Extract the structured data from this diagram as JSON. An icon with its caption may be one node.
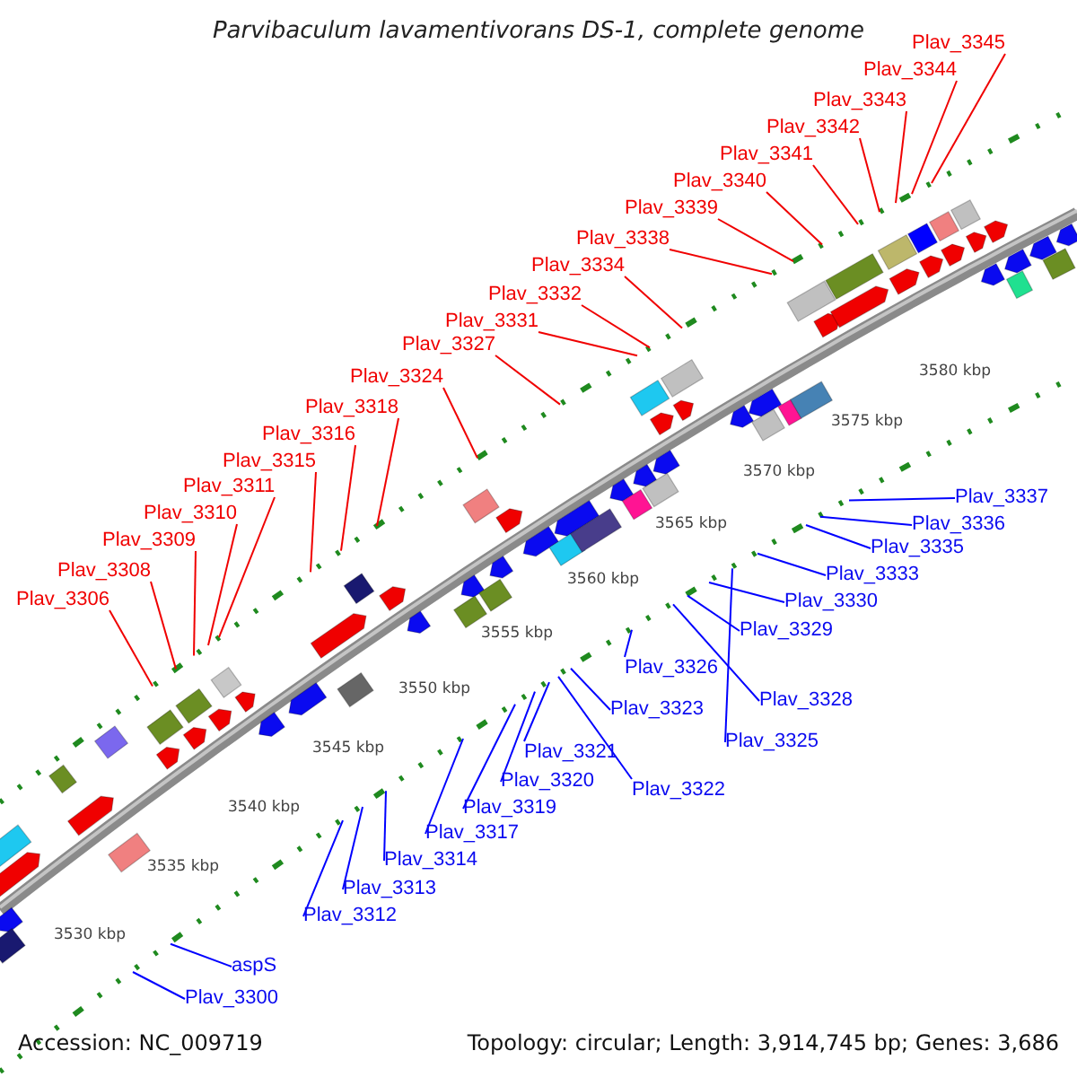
{
  "diagram": {
    "title": "Parvibaculum lavamentivorans DS-1, complete genome",
    "nodes": [
      {
        "text": [
          "Plav_3345"
        ]
      },
      {
        "text": [
          "Plav_3344"
        ]
      },
      {
        "text": [
          "Plav_3343"
        ]
      },
      {
        "text": [
          "Plav_3342"
        ]
      },
      {
        "text": [
          "Plav_3341"
        ]
      },
      {
        "text": [
          "Plav_3340"
        ]
      },
      {
        "text": [
          "Plav_3339"
        ]
      },
      {
        "text": [
          "Plav_3338"
        ]
      },
      {
        "text": [
          "Plav_3334"
        ]
      },
      {
        "text": [
          "Plav_3332"
        ]
      },
      {
        "text": [
          "Plav_3331"
        ]
      },
      {
        "text": [
          "Plav_3327"
        ]
      },
      {
        "text": [
          "Plav_3324"
        ]
      },
      {
        "text": [
          "Plav_3318"
        ]
      },
      {
        "text": [
          "Plav_3316"
        ]
      },
      {
        "text": [
          "Plav_3315"
        ]
      },
      {
        "text": [
          "Plav_3311"
        ]
      },
      {
        "text": [
          "Plav_3310"
        ]
      },
      {
        "text": [
          "Plav_3309"
        ]
      },
      {
        "text": [
          "Plav_3308"
        ]
      },
      {
        "text": [
          "Plav_3306"
        ]
      },
      {
        "text": [
          "Plav_3337"
        ]
      },
      {
        "text": [
          "Plav_3336"
        ]
      },
      {
        "text": [
          "Plav_3335"
        ]
      },
      {
        "text": [
          "Plav_3333"
        ]
      },
      {
        "text": [
          "Plav_3330"
        ]
      },
      {
        "text": [
          "Plav_3329"
        ]
      },
      {
        "text": [
          "Plav_3326"
        ]
      },
      {
        "text": [
          "Plav_3328"
        ]
      },
      {
        "text": [
          "Plav_3323"
        ]
      },
      {
        "text": [
          "Plav_3325"
        ]
      },
      {
        "text": [
          "Plav_3321"
        ]
      },
      {
        "text": [
          "Plav_3320"
        ]
      },
      {
        "text": [
          "Plav_3322"
        ]
      },
      {
        "text": [
          "Plav_3319"
        ]
      },
      {
        "text": [
          "Plav_3317"
        ]
      },
      {
        "text": [
          "Plav_3314"
        ]
      },
      {
        "text": [
          "Plav_3313"
        ]
      },
      {
        "text": [
          "Plav_3312"
        ]
      },
      {
        "text": [
          "aspS"
        ]
      },
      {
        "text": [
          "Plav_3300"
        ]
      }
    ],
    "edges": [
      {
        "from": 0,
        "to": null,
        "arrow": "none"
      },
      {
        "from": 1,
        "to": null,
        "arrow": "none"
      },
      {
        "from": 2,
        "to": null,
        "arrow": "none"
      },
      {
        "from": 3,
        "to": null,
        "arrow": "none"
      },
      {
        "from": 4,
        "to": null,
        "arrow": "none"
      },
      {
        "from": 5,
        "to": null,
        "arrow": "none"
      },
      {
        "from": 6,
        "to": null,
        "arrow": "none"
      },
      {
        "from": 7,
        "to": null,
        "arrow": "none"
      },
      {
        "from": 8,
        "to": null,
        "arrow": "none"
      },
      {
        "from": 9,
        "to": null,
        "arrow": "none"
      },
      {
        "from": 10,
        "to": null,
        "arrow": "none"
      },
      {
        "from": 11,
        "to": null,
        "arrow": "none"
      },
      {
        "from": 12,
        "to": null,
        "arrow": "none"
      },
      {
        "from": 13,
        "to": null,
        "arrow": "none"
      },
      {
        "from": 14,
        "to": null,
        "arrow": "none"
      },
      {
        "from": 15,
        "to": null,
        "arrow": "none"
      },
      {
        "from": 16,
        "to": null,
        "arrow": "none"
      },
      {
        "from": 17,
        "to": null,
        "arrow": "none"
      },
      {
        "from": 18,
        "to": null,
        "arrow": "none"
      },
      {
        "from": 19,
        "to": null,
        "arrow": "none"
      },
      {
        "from": 20,
        "to": null,
        "arrow": "none"
      },
      {
        "from": 21,
        "to": null,
        "arrow": "none",
        "color": "#0000ff"
      },
      {
        "from": 22,
        "to": null,
        "arrow": "none",
        "color": "#0000ff"
      },
      {
        "from": 23,
        "to": null,
        "arrow": "none",
        "color": "#0000ff"
      },
      {
        "from": 24,
        "to": null,
        "arrow": "none",
        "color": "#0000ff"
      },
      {
        "from": 25,
        "to": null,
        "arrow": "none",
        "color": "#0000ff"
      },
      {
        "from": 26,
        "to": null,
        "arrow": "none",
        "color": "#0000ff"
      },
      {
        "from": 27,
        "to": null,
        "arrow": "none",
        "color": "#0000ff"
      },
      {
        "from": 28,
        "to": null,
        "arrow": "none",
        "color": "#0000ff"
      },
      {
        "from": 29,
        "to": null,
        "arrow": "none",
        "color": "#0000ff"
      },
      {
        "from": 30,
        "to": null,
        "arrow": "none",
        "color": "#0000ff"
      },
      {
        "from": 31,
        "to": null,
        "arrow": "none",
        "color": "#0000ff"
      },
      {
        "from": 32,
        "to": null,
        "arrow": "none",
        "color": "#0000ff"
      },
      {
        "from": 33,
        "to": null,
        "arrow": "none",
        "color": "#0000ff"
      },
      {
        "from": 34,
        "to": null,
        "arrow": "none",
        "color": "#0000ff"
      },
      {
        "from": 35,
        "to": null,
        "arrow": "none",
        "color": "#0000ff"
      },
      {
        "from": 36,
        "to": null,
        "arrow": "none",
        "color": "#0000ff"
      },
      {
        "from": 37,
        "to": null,
        "arrow": "none",
        "color": "#0000ff"
      },
      {
        "from": 38,
        "to": null,
        "arrow": "none",
        "color": "#0000ff"
      },
      {
        "from": 39,
        "to": null,
        "arrow": "none",
        "color": "#0000ff"
      },
      {
        "from": 40,
        "to": null,
        "arrow": "none",
        "color": "#0000ff"
      }
    ],
    "labels": [
      "3580 kbp",
      "3575 kbp",
      "3570 kbp",
      "3565 kbp",
      "3560 kbp",
      "3555 kbp",
      "3550 kbp",
      "3545 kbp",
      "3540 kbp",
      "3535 kbp",
      "3530 kbp",
      "Accession: NC_009719",
      "Topology: circular; Length: 3,914,745 bp; Genes: 3,686"
    ]
  }
}
